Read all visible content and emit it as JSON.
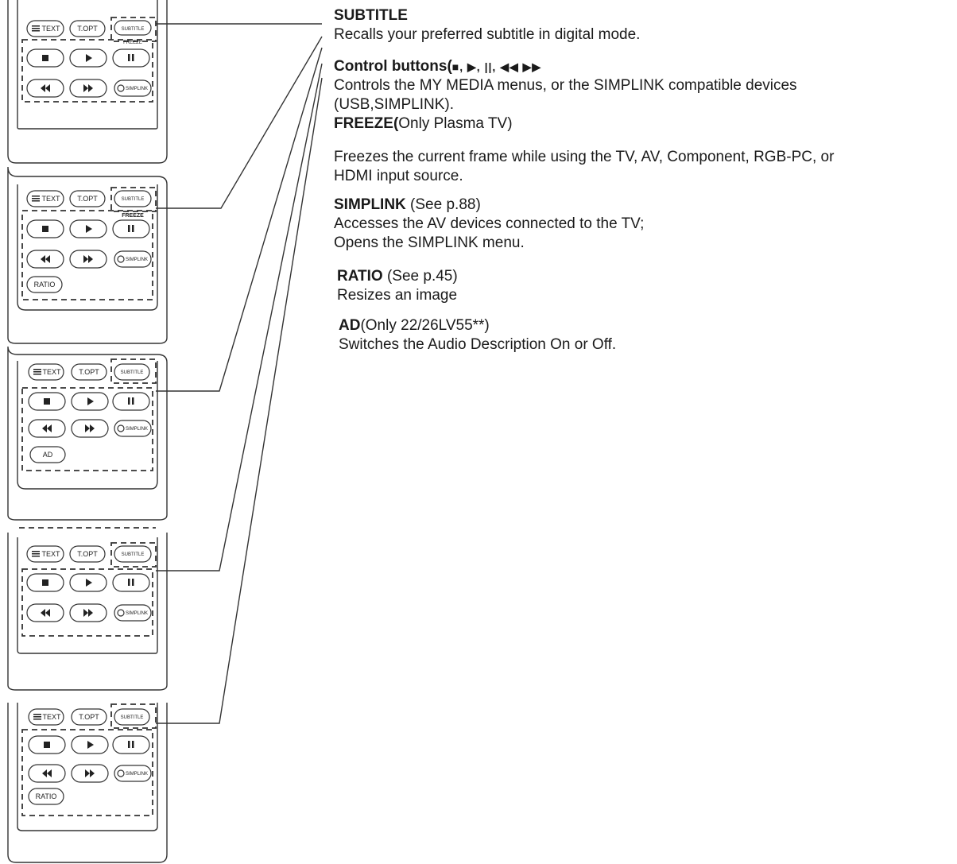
{
  "remotes": [
    {
      "buttons": {
        "text": "TEXT",
        "topt": "T.OPT",
        "subtitle": "SUBTITLE",
        "freeze": "FREEZE",
        "simplink": "SIMPLINK"
      },
      "extra": ""
    },
    {
      "buttons": {
        "text": "TEXT",
        "topt": "T.OPT",
        "subtitle": "SUBTITLE",
        "freeze": "FREEZE",
        "simplink": "SIMPLINK"
      },
      "extra": "RATIO"
    },
    {
      "buttons": {
        "text": "TEXT",
        "topt": "T.OPT",
        "subtitle": "SUBTITLE",
        "freeze": "",
        "simplink": "SIMPLINK"
      },
      "extra": "AD"
    },
    {
      "buttons": {
        "text": "TEXT",
        "topt": "T.OPT",
        "subtitle": "SUBTITLE",
        "freeze": "",
        "simplink": "SIMPLINK"
      },
      "extra": ""
    },
    {
      "buttons": {
        "text": "TEXT",
        "topt": "T.OPT",
        "subtitle": "SUBTITLE",
        "freeze": "",
        "simplink": "SIMPLINK"
      },
      "extra": "RATIO"
    }
  ],
  "descriptions": {
    "subtitle": {
      "title": "SUBTITLE",
      "text": "Recalls your preferred subtitle in digital mode."
    },
    "control": {
      "title": "Control buttons(",
      "symbols": "■, ▶, ||, ◀◀ ▶▶",
      "line1": "Controls the MY MEDIA menus, or the SIMPLINK compatible devices",
      "line2": "(USB,SIMPLINK)."
    },
    "freeze": {
      "title": "FREEZE(",
      "title_rest": "Only Plasma TV)",
      "line1": "Freezes the current frame while using the TV, AV, Component, RGB-PC, or",
      "line2": "HDMI input source."
    },
    "simplink": {
      "title": "SIMPLINK",
      "ref": " (See p.88)",
      "line1": "Accesses the AV devices connected to the TV;",
      "line2": "Opens the SIMPLINK menu."
    },
    "ratio": {
      "title": "RATIO",
      "ref": " (See p.45)",
      "text": "Resizes an image"
    },
    "ad": {
      "title": "AD",
      "ref": "(Only 22/26LV55**)",
      "text": "Switches the Audio Description On or Off."
    }
  },
  "colors": {
    "ink": "#1a1a1a",
    "line": "#333333"
  }
}
